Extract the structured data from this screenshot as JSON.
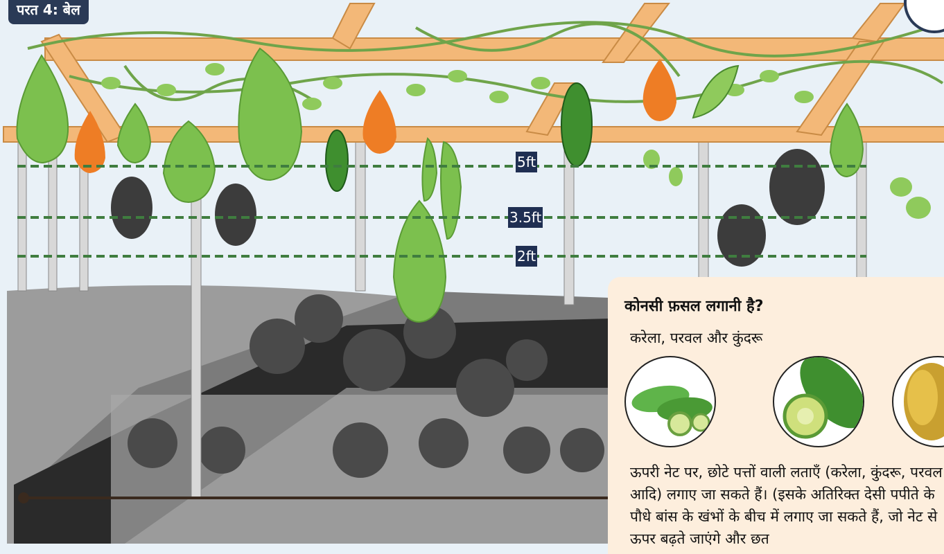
{
  "layer_badge": "परत 4: बेल",
  "height_labels": [
    "5ft",
    "3.5ft",
    "2ft"
  ],
  "info": {
    "title": "कोनसी फ़सल लगानी है?",
    "subtitle": "करेला, परवल और कुंदरू",
    "crops": [
      "parwal-icon",
      "karela-icon",
      "kundru-icon"
    ],
    "body": "ऊपरी नेट पर, छोटे पत्तों वाली लताएँ (करेला, कुंदरू, परवल आदि) लगाए जा सकते हैं। (इसके अतिरिक्त देसी पपीते के पौधे बांस के खंभों के बीच में लगाए जा सकते हैं, जो नेट से ऊपर बढ़ते जाएंगे और छत"
  },
  "colors": {
    "badge_bg": "#2a3a56",
    "panel_bg": "#fdeedd",
    "bamboo": "#f3b878",
    "dash_line": "#3f7d3f",
    "bottle_gourd": "#7cc04e",
    "papaya": "#ee7d25"
  }
}
